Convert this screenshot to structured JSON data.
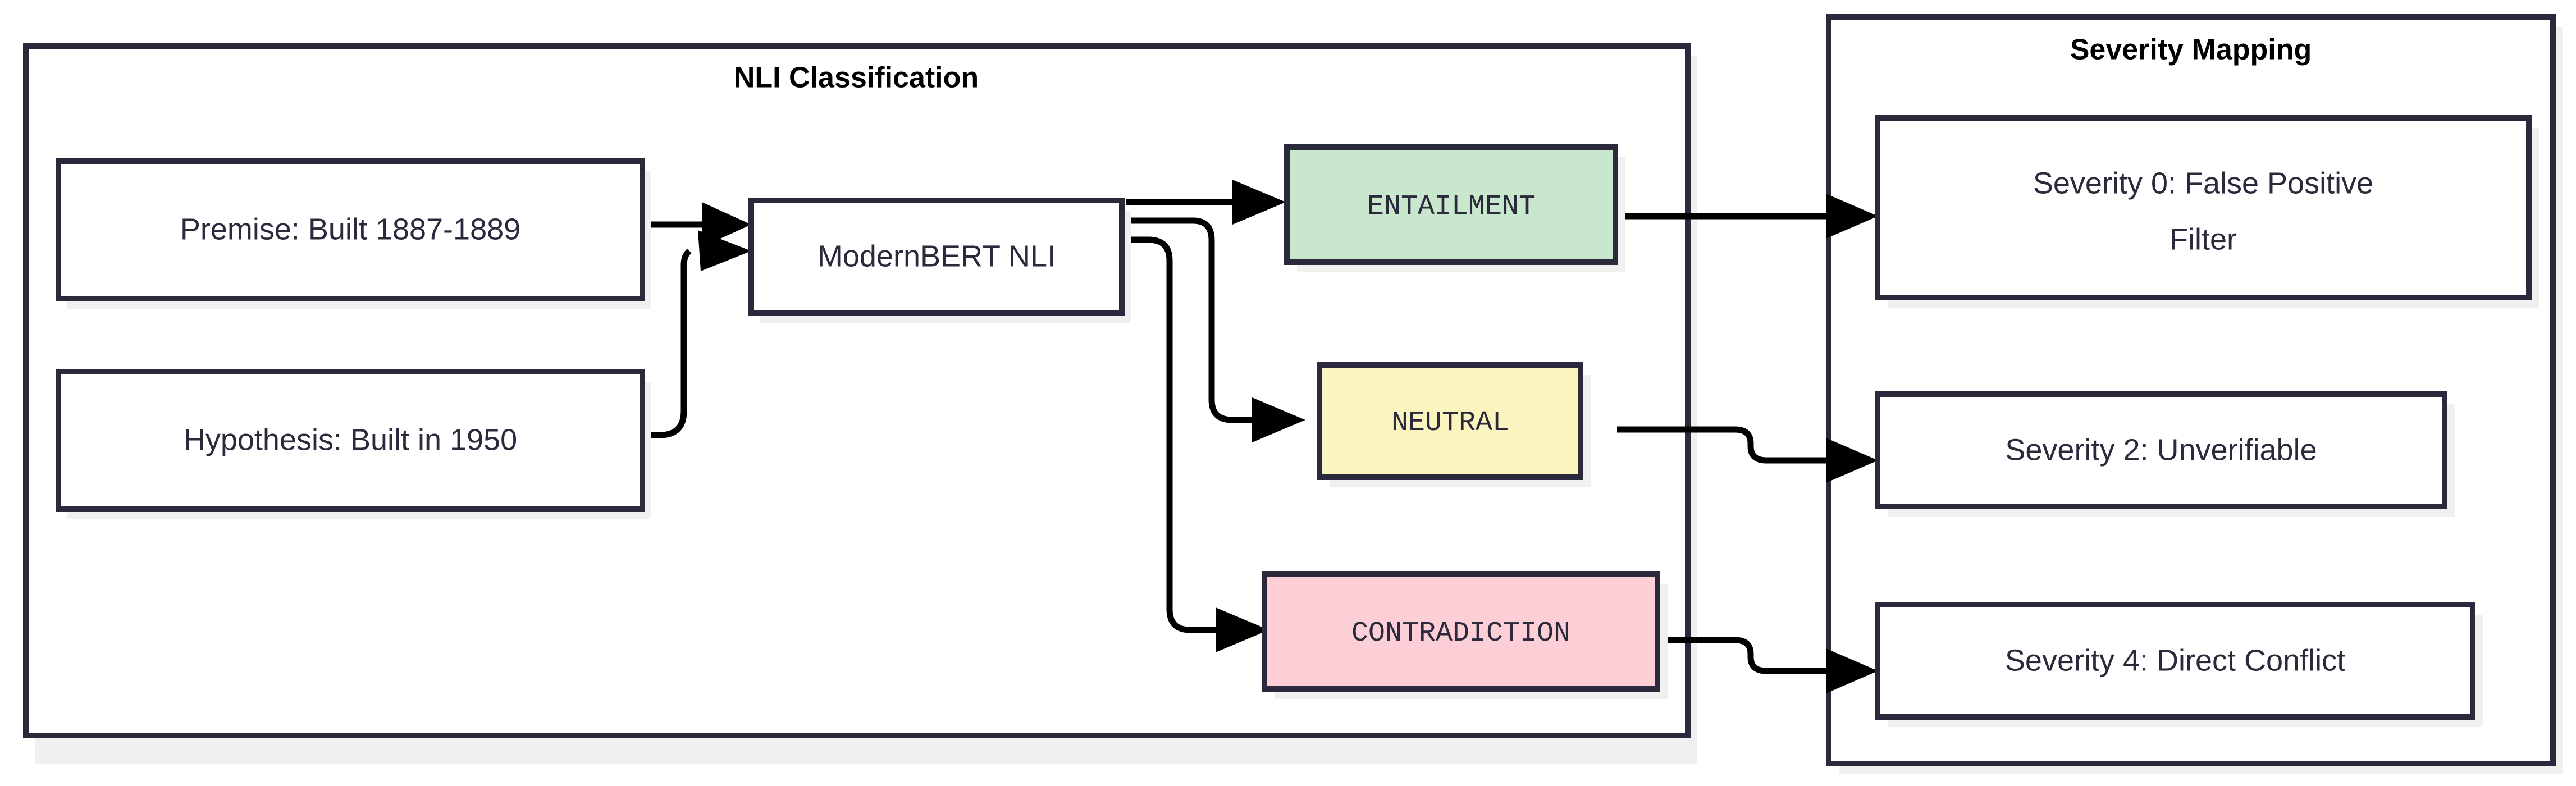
{
  "diagram": {
    "type": "flowchart",
    "direction": "left-to-right",
    "background": "#ffffff",
    "line_color": "#000000",
    "border_color": "#2a2a3c",
    "text_color": "#2a2a3c"
  },
  "clusters": [
    {
      "id": "nli",
      "title": "NLI Classification",
      "fill": "#ffffff",
      "stroke": "#2a2a3c"
    },
    {
      "id": "severity",
      "title": "Severity Mapping",
      "fill": "#ffffff",
      "stroke": "#2a2a3c"
    }
  ],
  "nodes": [
    {
      "id": "premise",
      "label": "Premise: Built 1887-1889",
      "fill": "#ffffff",
      "stroke": "#2a2a3c",
      "cluster": "nli"
    },
    {
      "id": "hypothesis",
      "label": "Hypothesis: Built in 1950",
      "fill": "#ffffff",
      "stroke": "#2a2a3c",
      "cluster": "nli"
    },
    {
      "id": "model",
      "label": "ModernBERT NLI",
      "fill": "#ffffff",
      "stroke": "#2a2a3c",
      "cluster": "nli"
    },
    {
      "id": "entailment",
      "label": "ENTAILMENT",
      "fill": "#c9e7cd",
      "stroke": "#2a2a3c",
      "cluster": "nli"
    },
    {
      "id": "neutral",
      "label": "NEUTRAL",
      "fill": "#fbf4bf",
      "stroke": "#2a2a3c",
      "cluster": "nli"
    },
    {
      "id": "contradiction",
      "label": "CONTRADICTION",
      "fill": "#fccfd6",
      "stroke": "#2a2a3c",
      "cluster": "nli"
    },
    {
      "id": "sev0",
      "label": "Severity 0: False Positive Filter",
      "label_line1": "Severity 0: False Positive",
      "label_line2": "Filter",
      "fill": "#ffffff",
      "stroke": "#2a2a3c",
      "cluster": "severity"
    },
    {
      "id": "sev2",
      "label": "Severity 2: Unverifiable",
      "fill": "#ffffff",
      "stroke": "#2a2a3c",
      "cluster": "severity"
    },
    {
      "id": "sev4",
      "label": "Severity 4: Direct Conflict",
      "fill": "#ffffff",
      "stroke": "#2a2a3c",
      "cluster": "severity"
    }
  ],
  "edges": [
    {
      "from": "premise",
      "to": "model",
      "label": ""
    },
    {
      "from": "hypothesis",
      "to": "model",
      "label": ""
    },
    {
      "from": "model",
      "to": "entailment",
      "label": ""
    },
    {
      "from": "model",
      "to": "neutral",
      "label": ""
    },
    {
      "from": "model",
      "to": "contradiction",
      "label": ""
    },
    {
      "from": "entailment",
      "to": "sev0",
      "label": ""
    },
    {
      "from": "neutral",
      "to": "sev2",
      "label": ""
    },
    {
      "from": "contradiction",
      "to": "sev4",
      "label": ""
    }
  ]
}
